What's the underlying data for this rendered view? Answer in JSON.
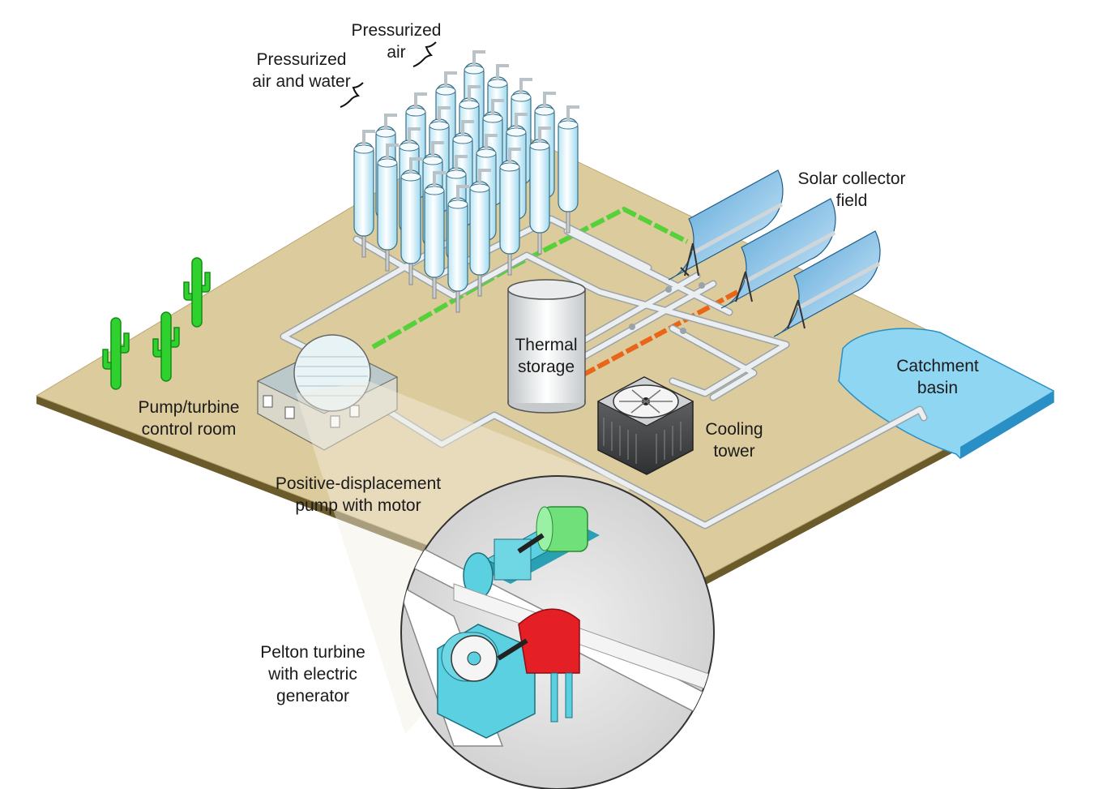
{
  "labels": {
    "pressurized_air_1": "Pressurized",
    "pressurized_air_2": "air",
    "air_water_1": "Pressurized",
    "air_water_2": "air and water",
    "solar_1": "Solar collector",
    "solar_2": "field",
    "thermal_1": "Thermal",
    "thermal_2": "storage",
    "catchment_1": "Catchment",
    "catchment_2": "basin",
    "control_1": "Pump/turbine",
    "control_2": "control room",
    "cooling_1": "Cooling",
    "cooling_2": "tower",
    "pd_pump_1": "Positive-displacement",
    "pd_pump_2": "pump with motor",
    "pelton_1": "Pelton turbine",
    "pelton_2": "with electric",
    "pelton_3": "generator"
  },
  "colors": {
    "ground": "#dccb9c",
    "ground_edge": "#6b5a2a",
    "pipe": "#e9ecee",
    "pipe_edge": "#9aa3a8",
    "tank": "#dff4fb",
    "water": "#8fd6f2",
    "cactus": "#2fd12f",
    "green_line": "#55d13a",
    "hot_line": "#e8651a",
    "pump_blue": "#5ad0e0",
    "motor_green": "#6fe07a",
    "generator_red": "#e41f26"
  }
}
